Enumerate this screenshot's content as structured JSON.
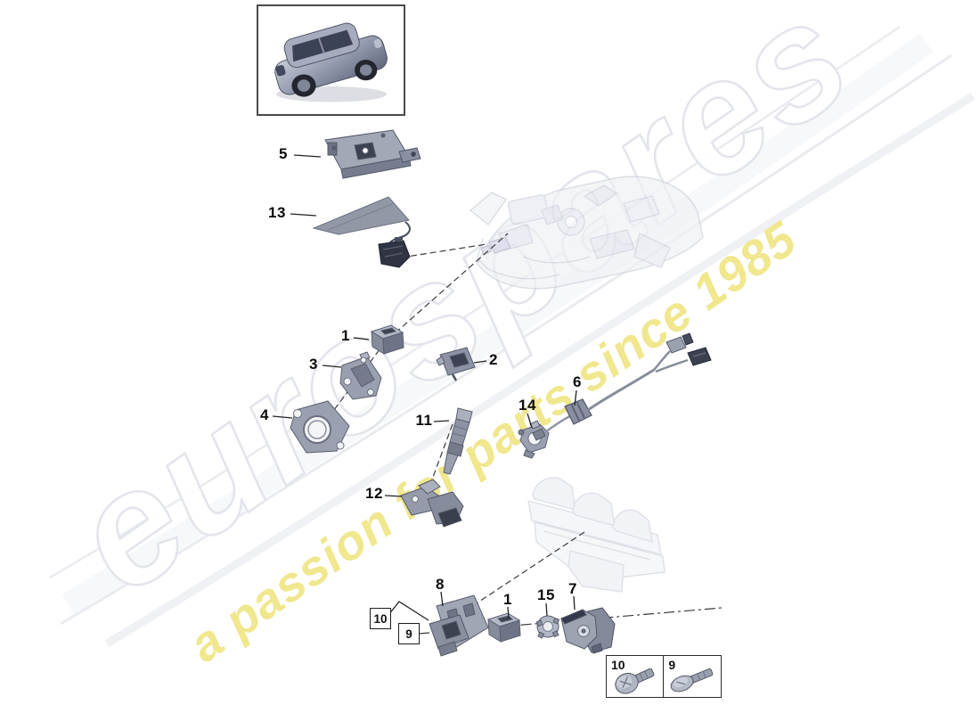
{
  "watermark": {
    "brand": "eurospares",
    "tagline": "a passion for parts since 1985",
    "brand_outline_color": "#e3e5ec",
    "tagline_color": "#f0e78e"
  },
  "callouts": [
    {
      "label": "5"
    },
    {
      "label": "13"
    },
    {
      "label": "1"
    },
    {
      "label": "3"
    },
    {
      "label": "2"
    },
    {
      "label": "4"
    },
    {
      "label": "11"
    },
    {
      "label": "6"
    },
    {
      "label": "14"
    },
    {
      "label": "12"
    },
    {
      "label": "8"
    },
    {
      "label": "1"
    },
    {
      "label": "15"
    },
    {
      "label": "7"
    }
  ],
  "boxed_callouts": [
    {
      "label": "10"
    },
    {
      "label": "9"
    }
  ],
  "fastener_legend": [
    {
      "label": "10"
    },
    {
      "label": "9"
    }
  ]
}
